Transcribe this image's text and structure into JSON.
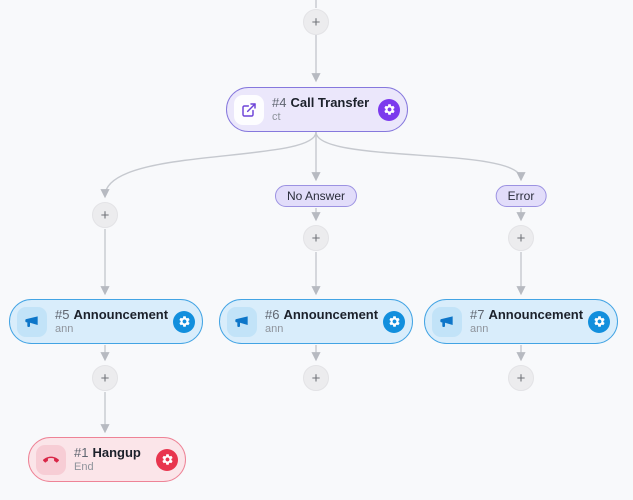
{
  "canvas": {
    "add_label": "+"
  },
  "nodes": {
    "call_transfer": {
      "id": "#4",
      "title": "Call Transfer",
      "subtitle": "ct"
    },
    "announcement_5": {
      "id": "#5",
      "title": "Announcement",
      "subtitle": "ann"
    },
    "announcement_6": {
      "id": "#6",
      "title": "Announcement",
      "subtitle": "ann"
    },
    "announcement_7": {
      "id": "#7",
      "title": "Announcement",
      "subtitle": "ann"
    },
    "hangup": {
      "id": "#1",
      "title": "Hangup",
      "subtitle": "End"
    }
  },
  "edge_labels": {
    "no_answer": "No Answer",
    "error": "Error"
  },
  "icons": {
    "call_transfer": "external-link-icon",
    "announcement": "megaphone-icon",
    "hangup": "phone-hangup-icon",
    "settings": "gear-icon",
    "add": "plus-icon"
  },
  "colors": {
    "transfer_fill": "#ebe7fb",
    "transfer_border": "#8678dd",
    "transfer_accent": "#7c3aed",
    "announcement_fill": "#d9edfb",
    "announcement_border": "#43a4e4",
    "announcement_accent": "#128fdd",
    "hangup_fill": "#fbe5e9",
    "hangup_border": "#ee8396",
    "hangup_accent": "#e8354e",
    "edge": "#c6c9cf",
    "edge_label_fill": "#e2ddfa",
    "edge_label_border": "#9c92e2",
    "add_button_fill": "#ececee"
  }
}
